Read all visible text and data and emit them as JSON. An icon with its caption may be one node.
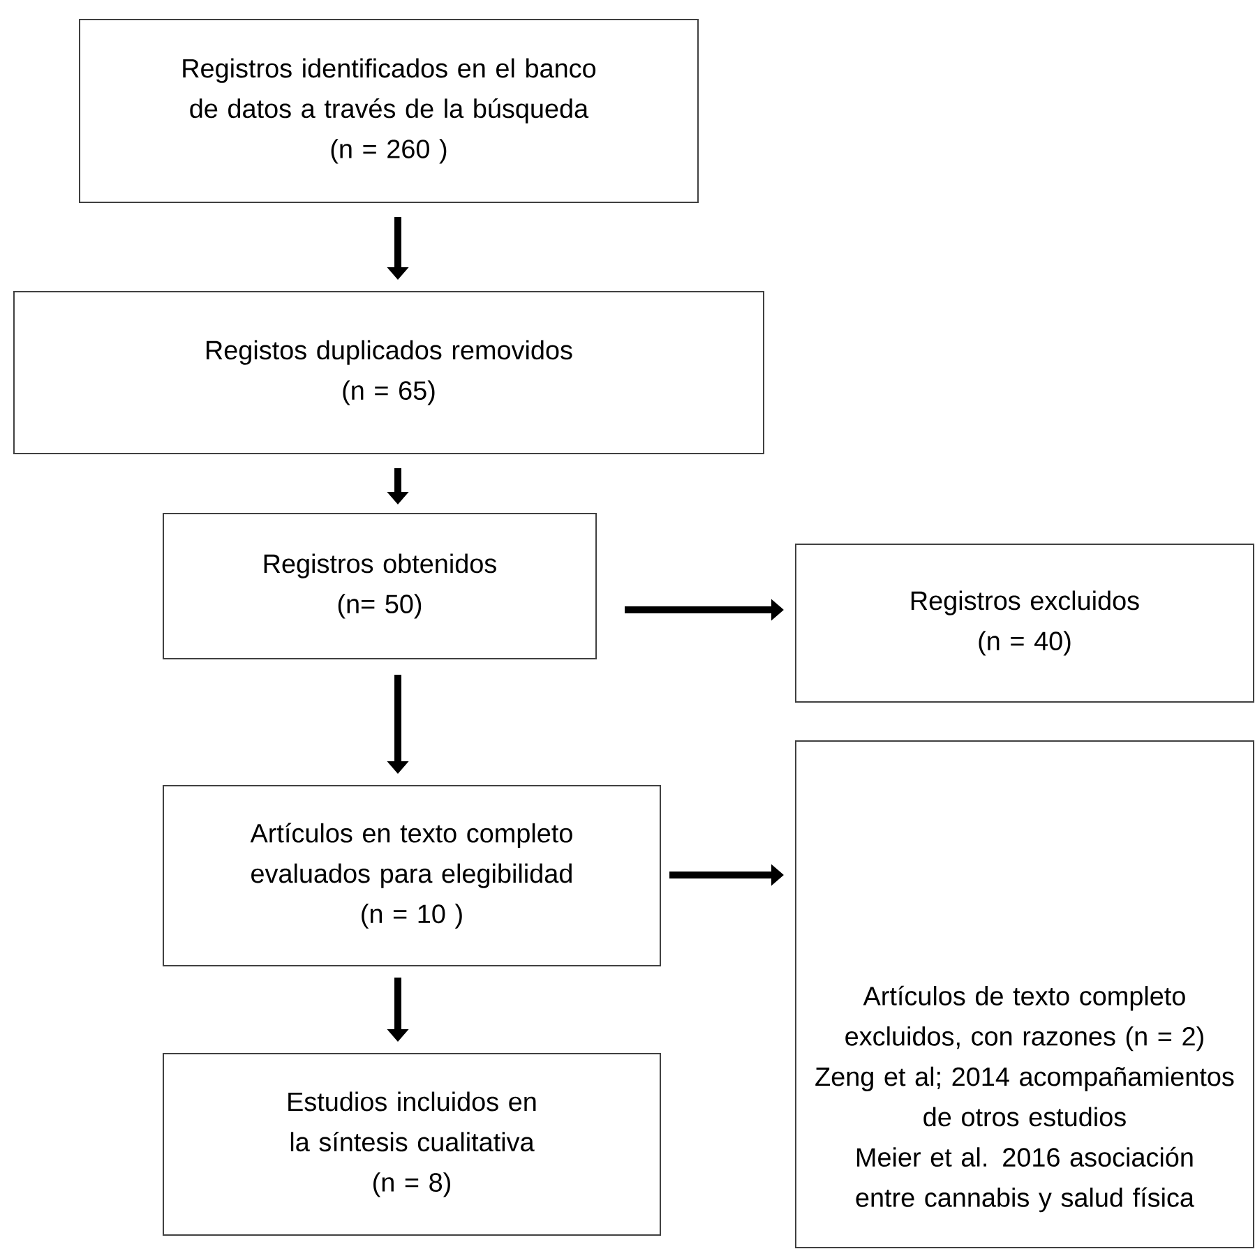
{
  "diagram": {
    "nodes": [
      {
        "text": [
          "Registros identificados en el banco de datos a través de la búsqueda",
          "(n =  260 )"
        ]
      },
      {
        "text": [
          "Registos duplicados removidos",
          "(n = 65)"
        ]
      },
      {
        "text": [
          "Registros obtenidos",
          "(n= 50)"
        ]
      },
      {
        "text": [
          "Registros excluidos",
          "(n = 40)"
        ]
      },
      {
        "text": [
          "Artículos en texto completo evaluados para elegibilidad",
          "(n =  10 )"
        ]
      },
      {
        "text": [
          "Artículos de texto completo excluidos, con razones (n =  2)",
          "Zeng et al; 2014 acompañamientos de otros estudios",
          "Meier et al. 2016 asociación entre cannabis y salud física"
        ]
      },
      {
        "text": [
          "Estudios incluidos en la síntesis cualitativa",
          "(n = 8)"
        ]
      }
    ],
    "edges": [
      {
        "from": 0,
        "to": 1,
        "arrow": "to"
      },
      {
        "from": 1,
        "to": 2,
        "arrow": "to"
      },
      {
        "from": 2,
        "to": 3,
        "arrow": "to"
      },
      {
        "from": 2,
        "to": 4,
        "arrow": "to"
      },
      {
        "from": 4,
        "to": 5,
        "arrow": "to"
      },
      {
        "from": 4,
        "to": 6,
        "arrow": "to"
      }
    ]
  }
}
